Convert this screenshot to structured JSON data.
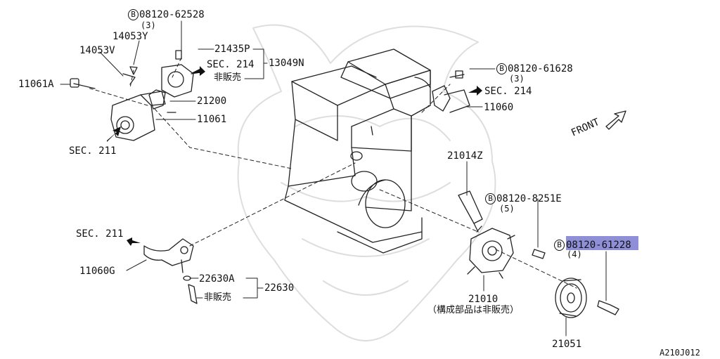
{
  "diagram": {
    "bolt_symbol": "B",
    "drawing_id": "A210J012",
    "front_label": "FRONT",
    "labels": {
      "p_08120_62528": "08120-62528",
      "q_3_a": "(3)",
      "p_14053Y": "14053Y",
      "p_14053V": "14053V",
      "p_11061A": "11061A",
      "p_21435P": "21435P",
      "p_13049N": "13049N",
      "sec214_a": "SEC. 214",
      "hihanbai_a": "非販売",
      "p_21200": "21200",
      "p_11061": "11061",
      "sec211_a": "SEC. 211",
      "p_08120_61628": "08120-61628",
      "q_3_b": "(3)",
      "sec214_b": "SEC. 214",
      "p_11060": "11060",
      "p_21014Z": "21014Z",
      "p_08120_8251E": "08120-8251E",
      "q_5": "(5)",
      "p_08120_61228": "08120-61228",
      "q_4": "(4)",
      "sec211_b": "SEC. 211",
      "p_11060G": "11060G",
      "p_22630A": "22630A",
      "p_22630": "22630",
      "hihanbai_b": "非販売",
      "p_21010": "21010",
      "p_21010_note": "（構成部品は非販売）",
      "p_21051": "21051"
    },
    "highlight_color": "#8f8fd8"
  }
}
